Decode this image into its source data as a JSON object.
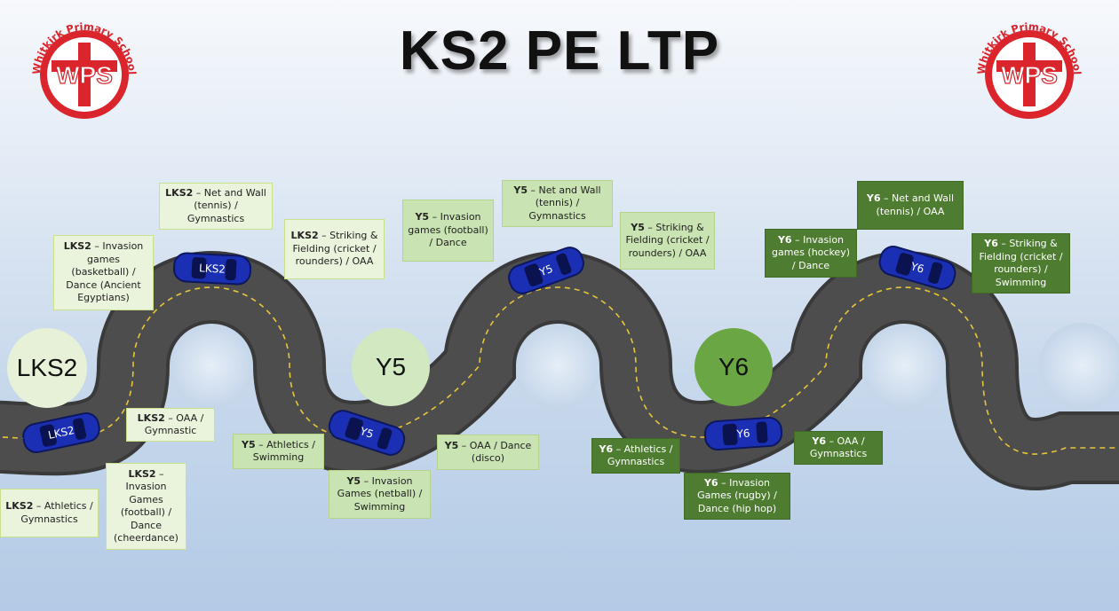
{
  "header": {
    "title": "KS2 PE LTP"
  },
  "logo": {
    "school_name": "Whitkirk Primary School",
    "letters": "WPS"
  },
  "stages": [
    {
      "label": "LKS2"
    },
    {
      "label": "Y5"
    },
    {
      "label": "Y6"
    }
  ],
  "cars": [
    {
      "label": "LKS2"
    },
    {
      "label": "LKS2"
    },
    {
      "label": "Y5"
    },
    {
      "label": "Y5"
    },
    {
      "label": "Y6"
    },
    {
      "label": "Y6"
    }
  ],
  "boxes": {
    "lks2_net": {
      "group": "LKS2",
      "text": "– Net and Wall (tennis) / Gymnastics"
    },
    "lks2_invasion_basketball": {
      "group": "LKS2",
      "text": "– Invasion games (basketball) / Dance (Ancient Egyptians)"
    },
    "lks2_striking": {
      "group": "LKS2",
      "text": "– Striking & Fielding (cricket / rounders) / OAA"
    },
    "lks2_oaa": {
      "group": "LKS2",
      "text": "– OAA / Gymnastic"
    },
    "lks2_athletics": {
      "group": "LKS2",
      "text": "– Athletics / Gymnastics"
    },
    "lks2_invasion_football": {
      "group": "LKS2",
      "text": "– Invasion Games (football) / Dance (cheerdance)"
    },
    "y5_invasion_football": {
      "group": "Y5",
      "text": "– Invasion games (football) / Dance"
    },
    "y5_net": {
      "group": "Y5",
      "text": "– Net and Wall (tennis) / Gymnastics"
    },
    "y5_striking": {
      "group": "Y5",
      "text": "– Striking & Fielding (cricket / rounders) / OAA"
    },
    "y5_athletics": {
      "group": "Y5",
      "text": "– Athletics / Swimming"
    },
    "y5_invasion_netball": {
      "group": "Y5",
      "text": "– Invasion Games (netball) / Swimming"
    },
    "y5_oaa": {
      "group": "Y5",
      "text": "– OAA / Dance (disco)"
    },
    "y6_net": {
      "group": "Y6",
      "text": "– Net and Wall (tennis) / OAA"
    },
    "y6_invasion_hockey": {
      "group": "Y6",
      "text": "– Invasion games (hockey) / Dance"
    },
    "y6_striking": {
      "group": "Y6",
      "text": "– Striking & Fielding (cricket / rounders) / Swimming"
    },
    "y6_athletics": {
      "group": "Y6",
      "text": "– Athletics / Gymnastics"
    },
    "y6_invasion_rugby": {
      "group": "Y6",
      "text": "– Invasion Games (rugby) / Dance (hip hop)"
    },
    "y6_oaa": {
      "group": "Y6",
      "text": "– OAA / Gymnastics"
    }
  },
  "colors": {
    "road": "#4a4a4a",
    "road_edge": "#2f2f2f",
    "lane_marking": "#e8c53a",
    "car": "#1b2fb5",
    "logo_red": "#d9252b",
    "lks2_box": "#eaf3dc",
    "y5_box": "#c9e3b3",
    "y6_box": "#4e7c31"
  }
}
